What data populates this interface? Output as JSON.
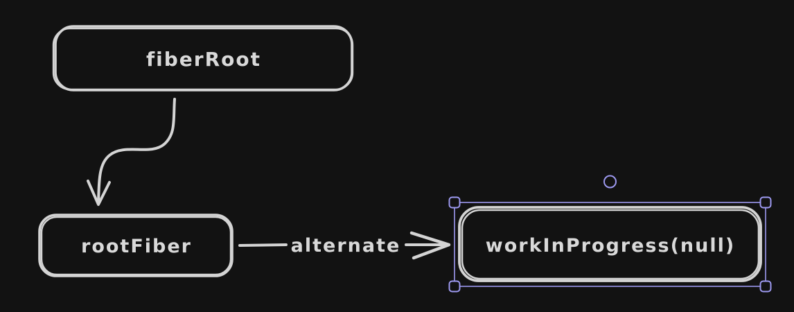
{
  "canvas": {
    "background": "#121212",
    "stroke_color": "#d4d4d4",
    "text_color": "#d9d9d9",
    "selection_color": "#9d99f0"
  },
  "diagram": {
    "nodes": [
      {
        "label": "fiberRoot",
        "selected": false
      },
      {
        "label": "rootFiber",
        "selected": false
      },
      {
        "label": "workInProgress(null)",
        "selected": true
      }
    ],
    "edges": [
      {
        "from": "fiberRoot",
        "to": "rootFiber"
      },
      {
        "from": "rootFiber",
        "to": "workInProgress(null)",
        "label": "alternate"
      }
    ],
    "selection": {
      "target": "workInProgress(null)",
      "handles": [
        "top-left",
        "top-right",
        "bottom-left",
        "bottom-right"
      ],
      "rotation_handle": true
    }
  }
}
